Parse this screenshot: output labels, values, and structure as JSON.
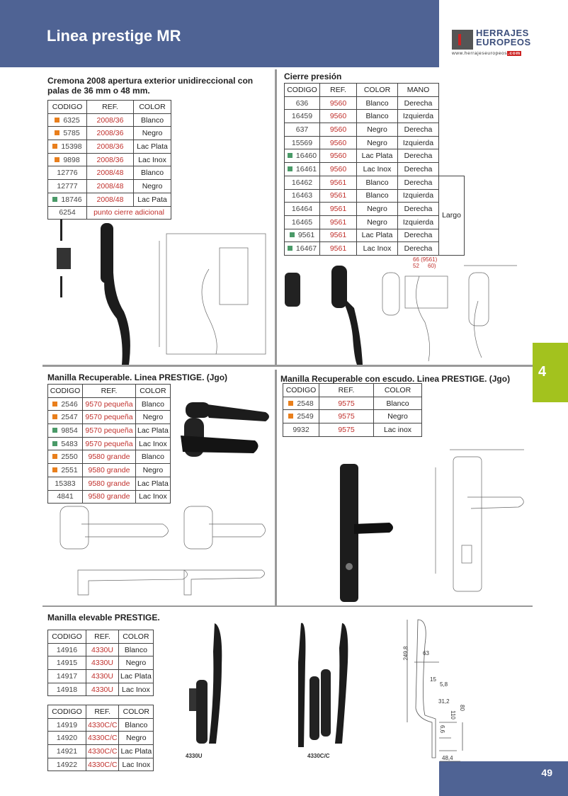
{
  "header": {
    "title": "Linea prestige MR",
    "logo_text": "HERRAJES EUROPEOS",
    "logo_line1": "HERRAJES",
    "logo_line2": "EUROPEOS",
    "logo_url": "www.herrajeseuropeos",
    "logo_url_tld": ".com"
  },
  "side_tab": "4",
  "page_number": "49",
  "colors": {
    "header": "#4f6394",
    "tab": "#a3c21e",
    "ref": "#c0302c",
    "marker_orange": "#e97f1c",
    "marker_green": "#4a9a68"
  },
  "tables": {
    "cremona": {
      "title_l1": "Cremona 2008 apertura exterior unidireccional  con",
      "title_l2": "palas de 36 mm o 48 mm.",
      "headers": [
        "CODIGO",
        "REF.",
        "COLOR"
      ],
      "rows": [
        {
          "code": "6325",
          "marker": "orange",
          "ref": "2008/36",
          "color": "Blanco"
        },
        {
          "code": "5785",
          "marker": "orange",
          "ref": "2008/36",
          "color": "Negro"
        },
        {
          "code": "15398",
          "marker": "orange",
          "ref": "2008/36",
          "color": "Lac Plata"
        },
        {
          "code": "9898",
          "marker": "orange",
          "ref": "2008/36",
          "color": "Lac Inox"
        },
        {
          "code": "12776",
          "marker": "",
          "ref": "2008/48",
          "color": "Blanco"
        },
        {
          "code": "12777",
          "marker": "",
          "ref": "2008/48",
          "color": "Negro"
        },
        {
          "code": "18746",
          "marker": "green",
          "ref": "2008/48",
          "color": "Lac Pata"
        }
      ],
      "extra_row": {
        "code": "6254",
        "text": "punto cierre adicional"
      }
    },
    "cierre": {
      "title": "Cierre presión",
      "headers": [
        "CODIGO",
        "REF.",
        "COLOR",
        "MANO"
      ],
      "largo": "Largo",
      "rows": [
        {
          "code": "636",
          "marker": "",
          "ref": "9560",
          "color": "Blanco",
          "mano": "Derecha"
        },
        {
          "code": "16459",
          "marker": "",
          "ref": "9560",
          "color": "Blanco",
          "mano": "Izquierda"
        },
        {
          "code": "637",
          "marker": "",
          "ref": "9560",
          "color": "Negro",
          "mano": "Derecha"
        },
        {
          "code": "15569",
          "marker": "",
          "ref": "9560",
          "color": "Negro",
          "mano": "Izquierda"
        },
        {
          "code": "16460",
          "marker": "green",
          "ref": "9560",
          "color": "Lac Plata",
          "mano": "Derecha"
        },
        {
          "code": "16461",
          "marker": "green",
          "ref": "9560",
          "color": "Lac Inox",
          "mano": "Derecha"
        },
        {
          "code": "16462",
          "marker": "",
          "ref": "9561",
          "color": "Blanco",
          "mano": "Derecha"
        },
        {
          "code": "16463",
          "marker": "",
          "ref": "9561",
          "color": "Blanco",
          "mano": "Izquierda"
        },
        {
          "code": "16464",
          "marker": "",
          "ref": "9561",
          "color": "Negro",
          "mano": "Derecha"
        },
        {
          "code": "16465",
          "marker": "",
          "ref": "9561",
          "color": "Negro",
          "mano": "Izquierda"
        },
        {
          "code": "9561",
          "marker": "green",
          "ref": "9561",
          "color": "Lac Plata",
          "mano": "Derecha"
        },
        {
          "code": "16467",
          "marker": "green",
          "ref": "9561",
          "color": "Lac Inox",
          "mano": "Derecha"
        }
      ]
    },
    "recuperable": {
      "title": "Manilla Recuperable. Linea PRESTIGE. (Jgo)",
      "headers": [
        "CODIGO",
        "REF.",
        "COLOR"
      ],
      "rows": [
        {
          "code": "2546",
          "marker": "orange",
          "ref": "9570 pequeña",
          "color": "Blanco"
        },
        {
          "code": "2547",
          "marker": "orange",
          "ref": "9570 pequeña",
          "color": "Negro"
        },
        {
          "code": "9854",
          "marker": "green",
          "ref": "9570 pequeña",
          "color": "Lac Plata"
        },
        {
          "code": "5483",
          "marker": "green",
          "ref": "9570 pequeña",
          "color": "Lac Inox"
        },
        {
          "code": "2550",
          "marker": "orange",
          "ref": "9580 grande",
          "color": "Blanco"
        },
        {
          "code": "2551",
          "marker": "orange",
          "ref": "9580 grande",
          "color": "Negro"
        },
        {
          "code": "15383",
          "marker": "",
          "ref": "9580 grande",
          "color": "Lac Plata"
        },
        {
          "code": "4841",
          "marker": "",
          "ref": "9580 grande",
          "color": "Lac Inox"
        }
      ]
    },
    "escudo": {
      "title": "Manilla Recuperable con escudo. Linea PRESTIGE. (Jgo)",
      "headers": [
        "CODIGO",
        "REF.",
        "COLOR"
      ],
      "rows": [
        {
          "code": "2548",
          "marker": "orange",
          "ref": "9575",
          "color": "Blanco"
        },
        {
          "code": "2549",
          "marker": "orange",
          "ref": "9575",
          "color": "Negro"
        },
        {
          "code": "9932",
          "marker": "",
          "ref": "9575",
          "color": "Lac inox"
        }
      ]
    },
    "elevable_u": {
      "title": "Manilla elevable PRESTIGE.",
      "headers": [
        "CODIGO",
        "REF.",
        "COLOR"
      ],
      "rows": [
        {
          "code": "14916",
          "marker": "",
          "ref": "4330U",
          "color": "Blanco"
        },
        {
          "code": "14915",
          "marker": "",
          "ref": "4330U",
          "color": "Negro"
        },
        {
          "code": "14917",
          "marker": "",
          "ref": "4330U",
          "color": "Lac Plata"
        },
        {
          "code": "14918",
          "marker": "",
          "ref": "4330U",
          "color": "Lac Inox"
        }
      ]
    },
    "elevable_cc": {
      "headers": [
        "CODIGO",
        "REF.",
        "COLOR"
      ],
      "rows": [
        {
          "code": "14919",
          "marker": "",
          "ref": "4330C/C",
          "color": "Blanco"
        },
        {
          "code": "14920",
          "marker": "",
          "ref": "4330C/C",
          "color": "Negro"
        },
        {
          "code": "14921",
          "marker": "",
          "ref": "4330C/C",
          "color": "Lac Plata"
        },
        {
          "code": "14922",
          "marker": "",
          "ref": "4330C/C",
          "color": "Lac Inox"
        }
      ]
    }
  },
  "drawing_labels": {
    "cierre_dim1": "66 (9561)",
    "cierre_dim2": "52",
    "cierre_dim3": "60)",
    "photo_u": "4330U",
    "photo_cc": "4330C/C",
    "elev_h": "249,8",
    "elev_63": "63",
    "elev_15": "15",
    "elev_58": "5,8",
    "elev_312": "31,2",
    "elev_80": "80",
    "elev_110": "110",
    "elev_66": "6,6",
    "elev_484": "48,4"
  }
}
